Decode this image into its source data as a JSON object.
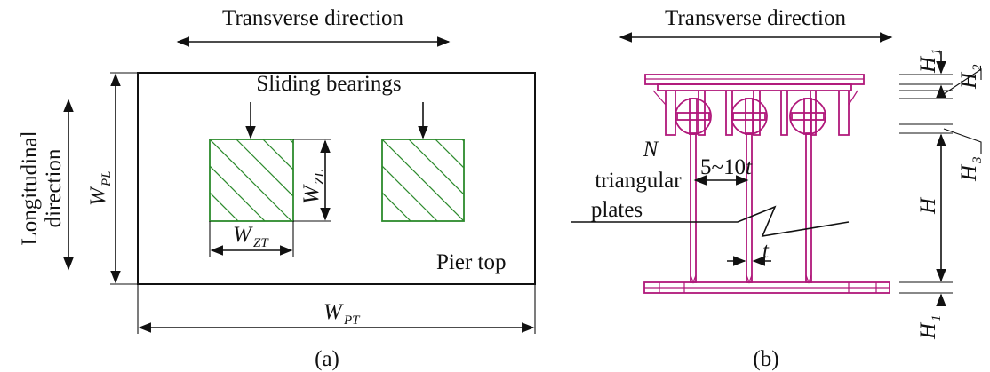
{
  "panel_a": {
    "transverse_label": "Transverse direction",
    "longitudinal_label_line1": "Longitudinal",
    "longitudinal_label_line2": "direction",
    "bearings_label": "Sliding bearings",
    "pier_label": "Pier top",
    "wpl": {
      "main": "W",
      "sub": "PL"
    },
    "wzl": {
      "main": "W",
      "sub": "ZL"
    },
    "wzt": {
      "main": "W",
      "sub": "ZT"
    },
    "wpt": {
      "main": "W",
      "sub": "PT"
    },
    "caption": "(a)"
  },
  "panel_b": {
    "transverse_label": "Transverse direction",
    "n_label": "N",
    "triangular_line1": "triangular",
    "triangular_line2": "plates",
    "spacing_label": {
      "prefix": "5~10",
      "var": "t"
    },
    "t_label": "t",
    "h1_top": {
      "main": "H",
      "sub": "1"
    },
    "h2": {
      "main": "H",
      "sub": "2"
    },
    "h3": {
      "main": "H",
      "sub": "3"
    },
    "h": {
      "main": "H"
    },
    "h1_bottom": {
      "main": "H",
      "sub": "1"
    },
    "caption": "(b)"
  },
  "colors": {
    "magenta": "#b0177a",
    "green": "#2c8a2c",
    "ink": "#111111"
  }
}
